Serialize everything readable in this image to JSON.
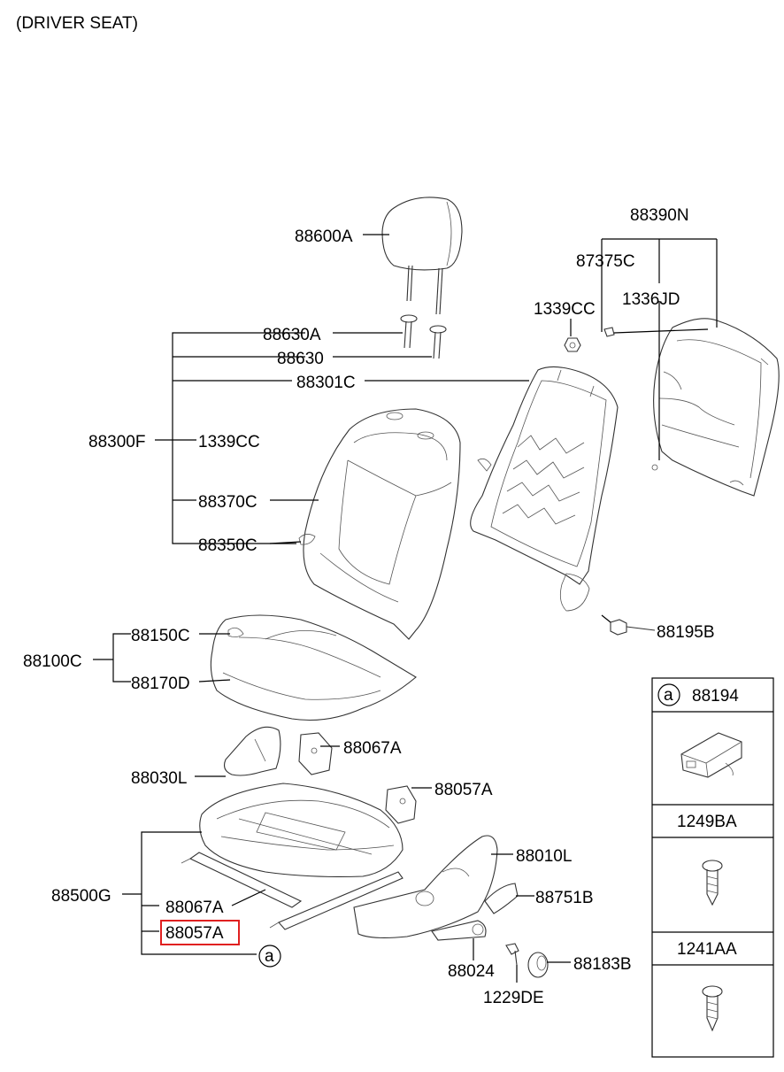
{
  "title": "(DRIVER SEAT)",
  "labels": {
    "p88600A": "88600A",
    "p88390N": "88390N",
    "p87375C": "87375C",
    "p1339CC_top": "1339CC",
    "p1336JD": "1336JD",
    "p88630A": "88630A",
    "p88630": "88630",
    "p88301C": "88301C",
    "p88300F": "88300F",
    "p1339CC_mid": "1339CC",
    "p88370C": "88370C",
    "p88350C": "88350C",
    "p88195B": "88195B",
    "p88150C": "88150C",
    "p88100C": "88100C",
    "p88170D": "88170D",
    "p88067A_top": "88067A",
    "p88030L": "88030L",
    "p88057A_top": "88057A",
    "p88010L": "88010L",
    "p88500G": "88500G",
    "p88067A_bot": "88067A",
    "p88751B": "88751B",
    "p88057A_bot": "88057A",
    "p88024": "88024",
    "p88183B": "88183B",
    "p1229DE": "1229DE",
    "callout_a": "a"
  },
  "legend": {
    "circle": "a",
    "rows": [
      "88194",
      "1249BA",
      "1241AA"
    ]
  },
  "highlight": "88057A",
  "colors": {
    "highlight": "#e02020",
    "line": "#000000"
  }
}
